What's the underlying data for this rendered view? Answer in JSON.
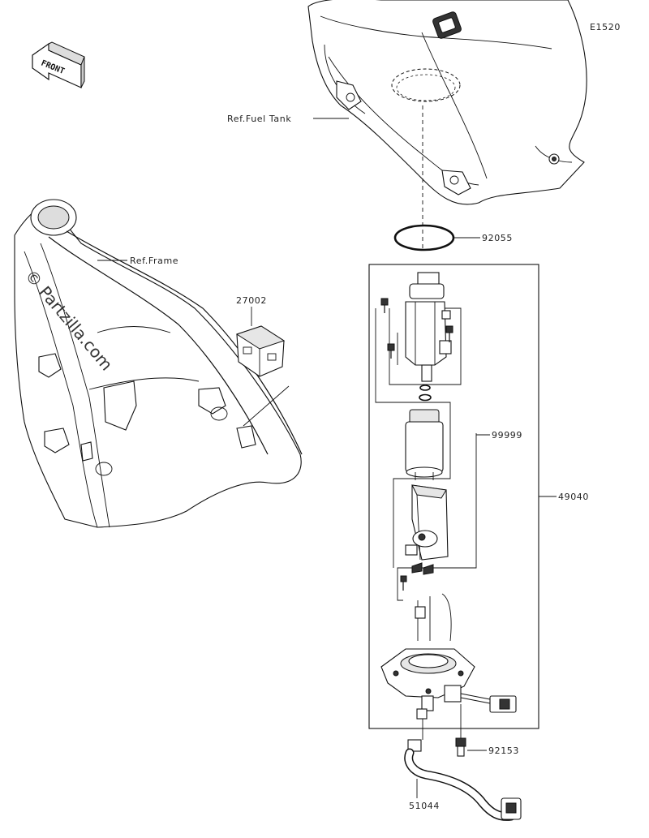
{
  "diagram": {
    "code": "E1520",
    "front_label": "FRONT",
    "watermark": "© Partzilla.com",
    "refs": {
      "fuel_tank": "Ref.Fuel Tank",
      "frame": "Ref.Frame"
    },
    "parts": {
      "p92055": "92055",
      "p27002": "27002",
      "p99999": "99999",
      "p49040": "49040",
      "p92153": "92153",
      "p51044": "51044"
    }
  }
}
